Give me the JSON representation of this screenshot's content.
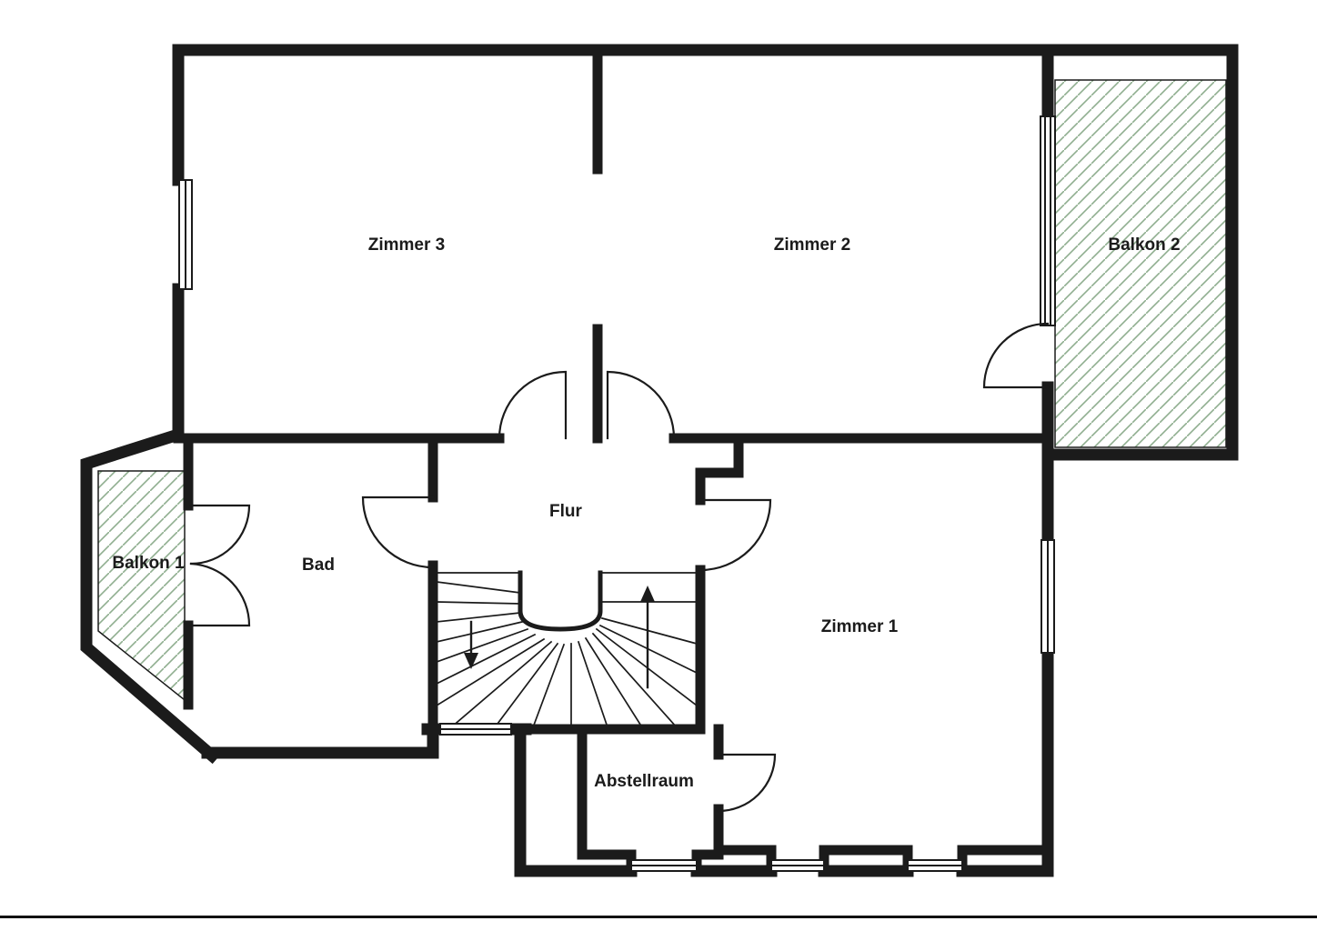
{
  "floorplan": {
    "kind": "apartment-floor-plan",
    "language": "de",
    "rooms": [
      {
        "id": "zimmer-3",
        "label": "Zimmer 3",
        "hatched": false
      },
      {
        "id": "zimmer-2",
        "label": "Zimmer 2",
        "hatched": false
      },
      {
        "id": "balkon-2",
        "label": "Balkon 2",
        "hatched": true
      },
      {
        "id": "balkon-1",
        "label": "Balkon 1",
        "hatched": true
      },
      {
        "id": "bad",
        "label": "Bad",
        "hatched": false
      },
      {
        "id": "flur",
        "label": "Flur",
        "hatched": false
      },
      {
        "id": "zimmer-1",
        "label": "Zimmer 1",
        "hatched": false
      },
      {
        "id": "abstellraum",
        "label": "Abstellraum",
        "hatched": false
      }
    ],
    "colors": {
      "walls": "#1b1b1b",
      "background": "#ffffff",
      "balcony_hatch": "#8fae8f",
      "footer_line": "#111111"
    },
    "stairs": {
      "direction_arrows": [
        "up",
        "down"
      ]
    }
  }
}
